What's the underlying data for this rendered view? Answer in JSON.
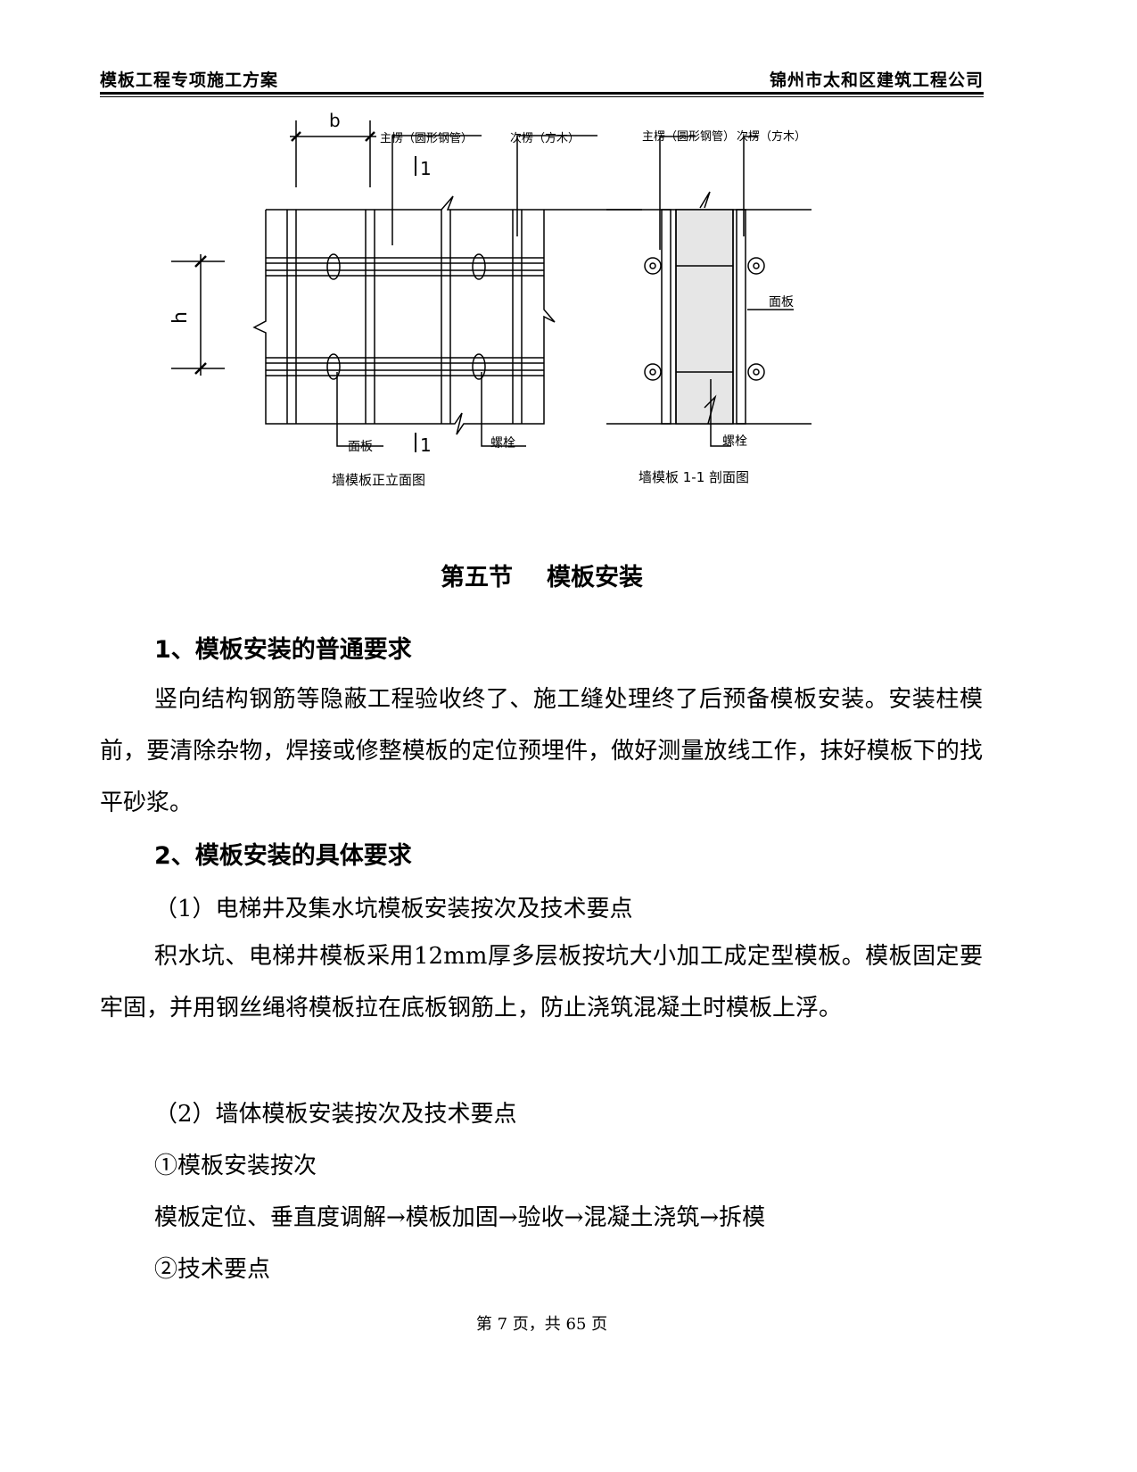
{
  "header": {
    "left": "模板工程专项施工方案",
    "right": "锦州市太和区建筑工程公司"
  },
  "figure": {
    "front_view": {
      "dim_b": "b",
      "dim_h": "h",
      "main_rib": "主楞（圆形钢管）",
      "secondary_rib": "次楞（方木）",
      "cut_top": "1",
      "cut_bottom": "1",
      "panel": "面板",
      "bolt": "螺栓",
      "caption": "墙模板正立面图"
    },
    "section_view": {
      "main_rib": "主楞（圆形钢管）",
      "secondary_rib": "次楞（方木）",
      "panel": "面板",
      "bolt": "螺栓",
      "caption": "墙模板 1-1 剖面图"
    }
  },
  "section": {
    "number": "第五节",
    "title": "模板安装"
  },
  "content": {
    "h1": "1、模板安装的普通要求",
    "p1": "竖向结构钢筋等隐蔽工程验收终了、施工缝处理终了后预备模板安装。安装柱模前，要清除杂物，焊接或修整模板的定位预埋件，做好测量放线工作，抹好模板下的找平砂浆。",
    "h2": "2、模板安装的具体要求",
    "sub1": "（1）电梯井及集水坑模板安装按次及技术要点",
    "p2": "积水坑、电梯井模板采用12mm厚多层板按坑大小加工成定型模板。模板固定要牢固，并用钢丝绳将模板拉在底板钢筋上，防止浇筑混凝土时模板上浮。",
    "sub2": "（2）墙体模板安装按次及技术要点",
    "item1": "①模板安装按次",
    "seq": "模板定位、垂直度调解→模板加固→验收→混凝土浇筑→拆模",
    "item2": "②技术要点"
  },
  "footer": {
    "page": "第 7 页，共 65 页"
  }
}
